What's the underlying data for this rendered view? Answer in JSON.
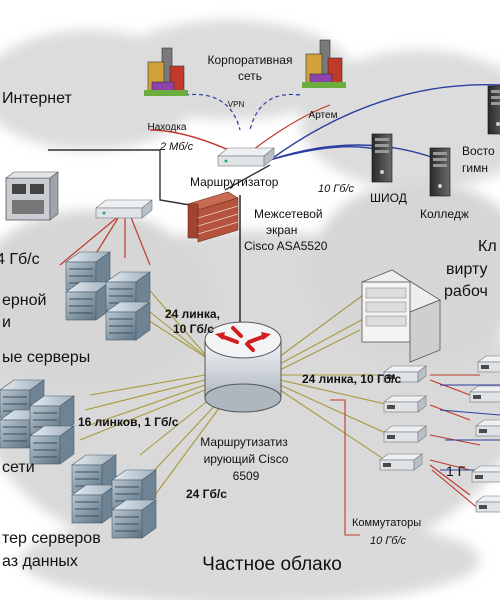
{
  "labels": {
    "internet": "Интернет",
    "corporate_network": [
      "Корпоративная",
      "сеть"
    ],
    "vpn": "VPN",
    "nakhodka": "Находка",
    "artem": "Артем",
    "speed_2mb": "2 Мб/с",
    "router_top": "Маршрутизатор",
    "speed_10g_right": "10 Гб/с",
    "shiod": "ШИОД",
    "college": "Колледж",
    "vostok": [
      "Восто",
      "гимн"
    ],
    "firewall": [
      "Межсетевой",
      "экран",
      "Cisco ASA5520"
    ],
    "virtual_workplaces": [
      "Кл",
      "вирту",
      "рабоч"
    ],
    "speed_4g_left": "4 Гб/с",
    "server_left_1": [
      "ерной",
      "и"
    ],
    "server_left_2": "ые серверы",
    "links24_left": [
      "24 линка,",
      "10 Гб/с"
    ],
    "links24_right": "24 линка, 10 Гб/с",
    "links16": "16 линков, 1 Гб/с",
    "seti": "сети",
    "core_router": [
      "Маршрутизатиз",
      "ирующий Cisco",
      "6509"
    ],
    "speed_24g": "24 Гб/с",
    "cluster_db": [
      "тер серверов",
      "аз данных"
    ],
    "switches": "Коммутаторы",
    "speed_10g_bottom": "10 Гб/с",
    "speed_1g_right": "1 Г",
    "private_cloud": "Частное облако"
  },
  "colors": {
    "cloud": "#dcdcdc",
    "cloud_edge": "#bdbdbd",
    "blue_link": "#2b3ea0",
    "red_link": "#c0392b",
    "olive_link": "#a89a3c",
    "dark_link": "#333333",
    "router_red": "#d21e1e",
    "firewall_brick": "#b5533c",
    "server_blue": "#6f8596"
  },
  "icons": {
    "building": "office-building-icon",
    "router": "router-icon",
    "core_router": "core-router-icon",
    "firewall": "firewall-icon",
    "server_rack": "server-rack-icon",
    "tower_server": "tower-server-icon",
    "mainframe": "mainframe-icon",
    "switch": "switch-icon"
  }
}
